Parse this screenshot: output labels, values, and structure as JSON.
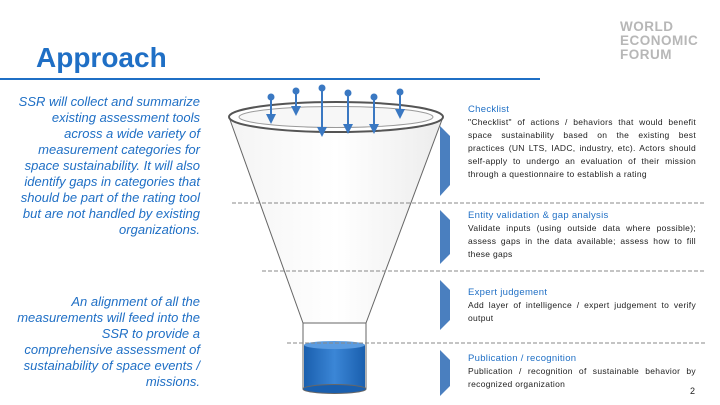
{
  "title": "Approach",
  "logo": {
    "line1": "WORLD",
    "line2": "ECONOMIC",
    "line3": "FORUM"
  },
  "intro": {
    "paragraph1": "SSR will collect and summarize existing assessment tools across a wide variety of measurement categories for space sustainability. It will also identify gaps in categories that should be part of the rating tool but are not handled by existing organizations.",
    "paragraph2": "An alignment of all the measurements will feed into the SSR to provide a comprehensive assessment of sustainability of space events / missions."
  },
  "steps": [
    {
      "title": "Checklist",
      "body": "\"Checklist\" of actions / behaviors that would benefit space sustainability based on the existing best practices (UN LTS, IADC, industry, etc). Actors should self-apply to undergo an evaluation of their mission through a questionnaire to establish a rating"
    },
    {
      "title": "Entity validation & gap analysis",
      "body": "Validate inputs (using outside data where possible); assess gaps in the data available; assess how to fill these gaps"
    },
    {
      "title": "Expert judgement",
      "body": "Add layer of intelligence / expert judgement to verify output"
    },
    {
      "title": "Publication / recognition",
      "body": "Publication / recognition of sustainable behavior by recognized organization"
    }
  ],
  "page_number": "2",
  "colors": {
    "accent": "#1f6fc5",
    "arrow": "#3a78c2",
    "chevron": "#4a7fbf",
    "spout": "#1f6fc5",
    "logo": "#b7b7b7"
  }
}
